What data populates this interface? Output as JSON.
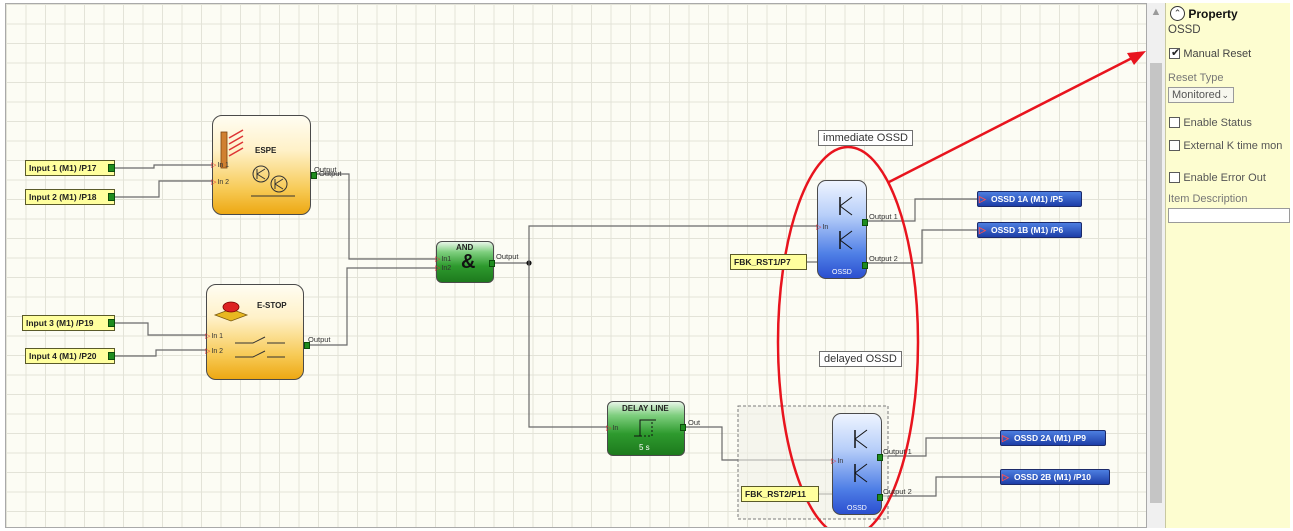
{
  "inputs": [
    {
      "label": "Input 1 (M1) /P17"
    },
    {
      "label": "Input 2 (M1) /P18"
    },
    {
      "label": "Input 3 (M1) /P19"
    },
    {
      "label": "Input 4 (M1) /P20"
    }
  ],
  "blocks": {
    "espe": {
      "title": "ESPE",
      "in1": "In 1",
      "in2": "In 2",
      "out": "Output"
    },
    "estop": {
      "title": "E-STOP",
      "in1": "In 1",
      "in2": "In 2",
      "out": "Output"
    },
    "and": {
      "title": "AND",
      "symbol": "&",
      "in1": "In1",
      "in2": "In2",
      "out": "Output"
    },
    "delay": {
      "title": "DELAY LINE",
      "in": "In",
      "out": "Out",
      "time": "5 s"
    },
    "ossd1": {
      "name": "OSSD",
      "in": "In",
      "out1": "Output 1",
      "out2": "Output 2",
      "fbk": "FBK_RST1/P7"
    },
    "ossd2": {
      "name": "OSSD",
      "in": "In",
      "out1": "Output 1",
      "out2": "Output 2",
      "fbk": "FBK_RST2/P11"
    }
  },
  "outputs": [
    {
      "label": "OSSD 1A (M1) /P5"
    },
    {
      "label": "OSSD 1B (M1) /P6"
    },
    {
      "label": "OSSD 2A (M1) /P9"
    },
    {
      "label": "OSSD 2B (M1) /P10"
    }
  ],
  "annotations": {
    "immediate": "immediate OSSD",
    "delayed": "delayed OSSD"
  },
  "property_panel": {
    "header": "Property",
    "subtitle": "OSSD",
    "manual_reset": {
      "label": "Manual Reset",
      "checked": true
    },
    "reset_type_label": "Reset Type",
    "reset_type_value": "Monitored",
    "enable_status": {
      "label": "Enable Status",
      "checked": false
    },
    "external_k": {
      "label": "External K time mon",
      "checked": false
    },
    "enable_error_out": {
      "label": "Enable Error Out",
      "checked": false
    },
    "item_description_label": "Item Description",
    "item_description_value": ""
  },
  "colors": {
    "annotation_red": "#e8141e",
    "panel_bg": "#fdfdd0",
    "input_tag": "#ffff9e",
    "output_tag": "#2f58c8"
  }
}
